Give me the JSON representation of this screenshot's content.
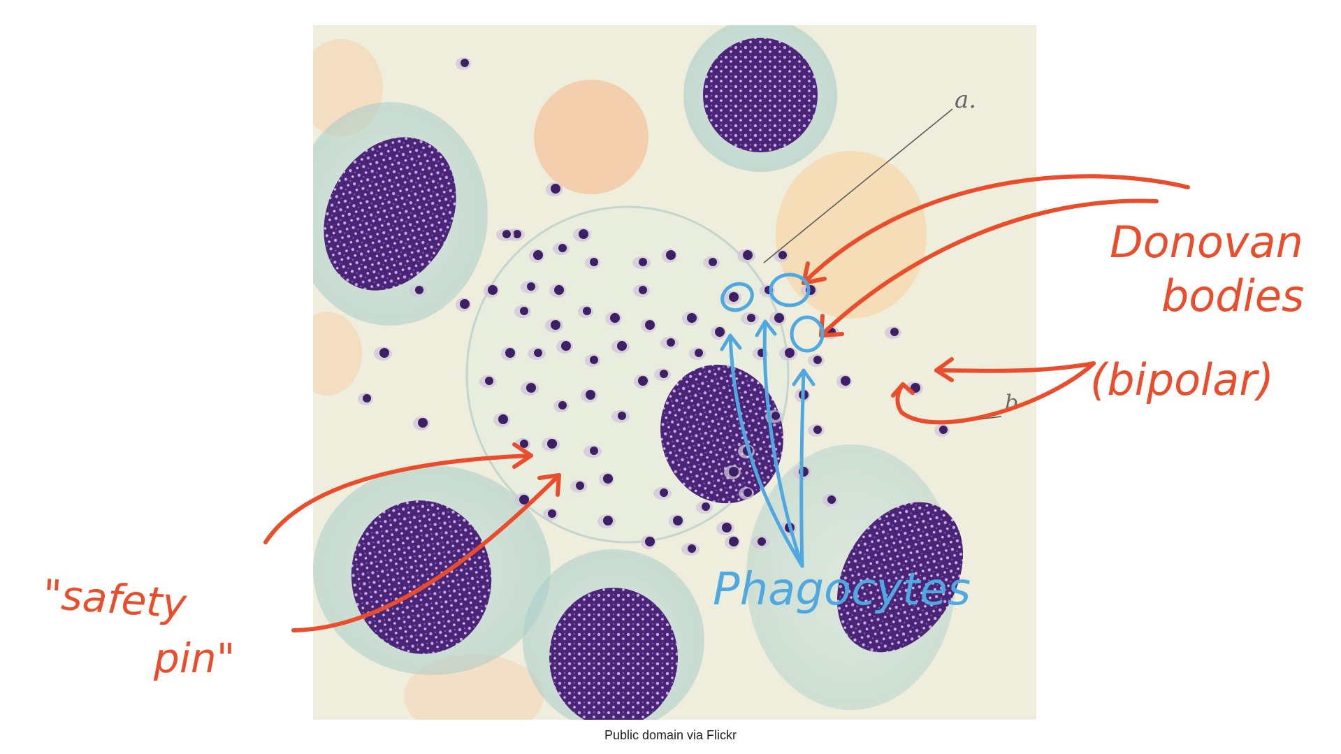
{
  "figure": {
    "panel_letters": {
      "a": "a.",
      "b": "b"
    },
    "annotations": {
      "donovan_label_line1": "Donovan",
      "donovan_label_line2": "bodies",
      "bipolar_label": "(bipolar)",
      "safety_pin_line1": "\"safety",
      "safety_pin_line2": "pin\"",
      "phagocytes_label": "Phagocytes"
    },
    "colors": {
      "annotation_red": "#ea4d2b",
      "annotation_blue": "#4fa9e0",
      "nucleus_purple": "#4a2477",
      "background_tissue": "#efeedd"
    }
  },
  "credit": "Public domain via Flickr"
}
